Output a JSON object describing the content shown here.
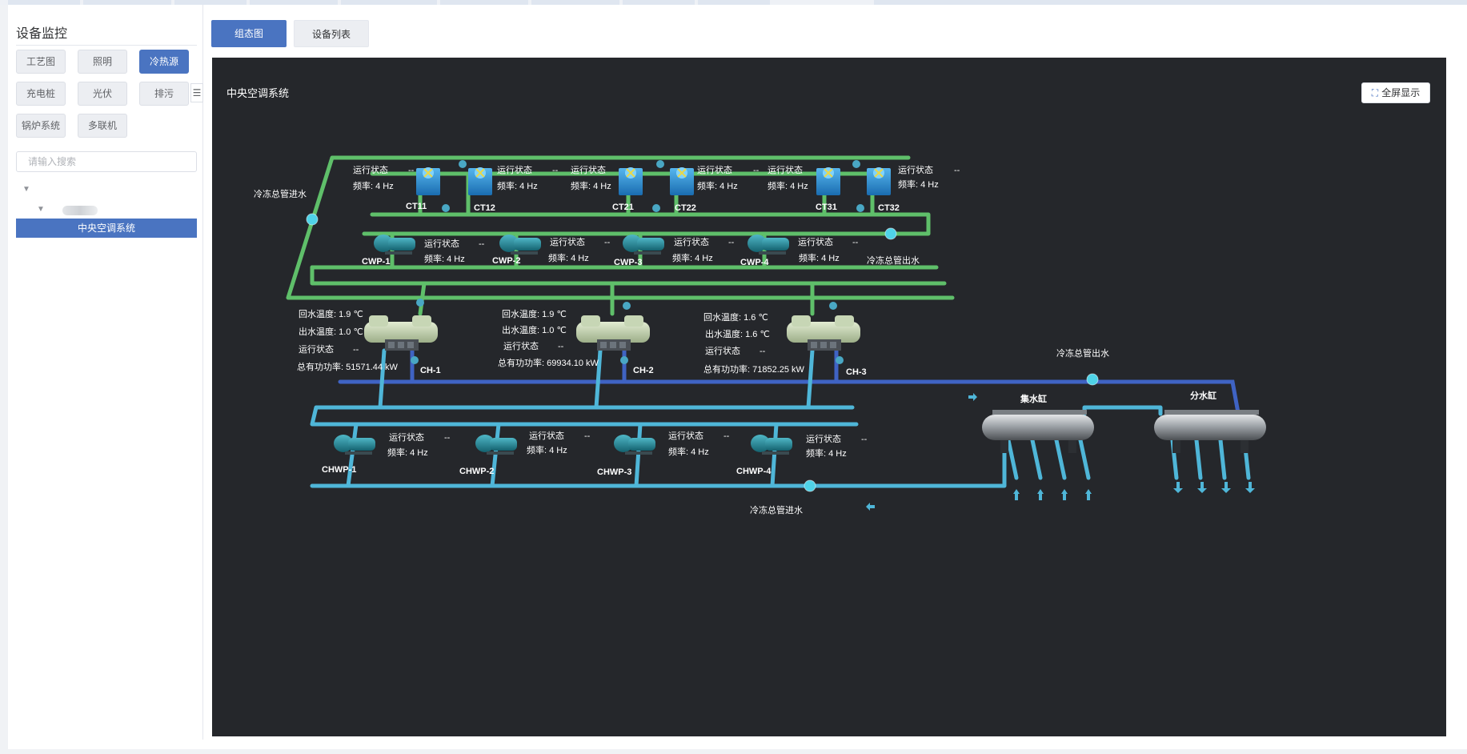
{
  "sidebar": {
    "title": "设备监控",
    "categories": [
      "工艺图",
      "照明",
      "冷热源",
      "充电桩",
      "光伏",
      "排污",
      "锅炉系统",
      "多联机"
    ],
    "active_category": "冷热源",
    "search_placeholder": "请输入搜索",
    "tree_selected": "中央空调系统",
    "collapse_icon": "list-collapse-icon"
  },
  "tabs": {
    "diagram": "组态图",
    "device_list": "设备列表",
    "active": "组态图"
  },
  "canvas": {
    "title": "中央空调系统",
    "fullscreen_label": "全屏显示",
    "fullscreen_icon": "fullscreen-icon"
  },
  "labels": {
    "status": "运行状态",
    "dash": "--",
    "freq": "频率: 4 Hz",
    "chw_in": "冷冻总管进水",
    "chw_out": "冷冻总管出水",
    "collector": "集水缸",
    "distributor": "分水缸"
  },
  "cooling_towers": [
    "CT11",
    "CT12",
    "CT21",
    "CT22",
    "CT31",
    "CT32"
  ],
  "cw_pumps": [
    "CWP-1",
    "CWP-2",
    "CWP-3",
    "CWP-4"
  ],
  "chw_pumps": [
    "CHWP-1",
    "CHWP-2",
    "CHWP-3",
    "CHWP-4"
  ],
  "chillers": [
    {
      "name": "CH-1",
      "return_temp": "回水温度: 1.9 ℃",
      "supply_temp": "出水温度: 1.0 ℃",
      "status": "运行状态",
      "status_value": "--",
      "power": "总有功功率: 51571.44 kW"
    },
    {
      "name": "CH-2",
      "return_temp": "回水温度: 1.9 ℃",
      "supply_temp": "出水温度: 1.0 ℃",
      "status": "运行状态",
      "status_value": "--",
      "power": "总有功功率: 69934.10 kW"
    },
    {
      "name": "CH-3",
      "return_temp": "回水温度: 1.6 ℃",
      "supply_temp": "出水温度: 1.6 ℃",
      "status": "运行状态",
      "status_value": "--",
      "power": "总有功功率: 71852.25 kW"
    }
  ],
  "colors": {
    "accent": "#4a74c1",
    "canvas_bg": "#25272b",
    "cooling_water_pipe": "#5fbf6a",
    "chilled_return_pipe": "#3f63c4",
    "chilled_supply_pipe": "#4fb6d8"
  }
}
